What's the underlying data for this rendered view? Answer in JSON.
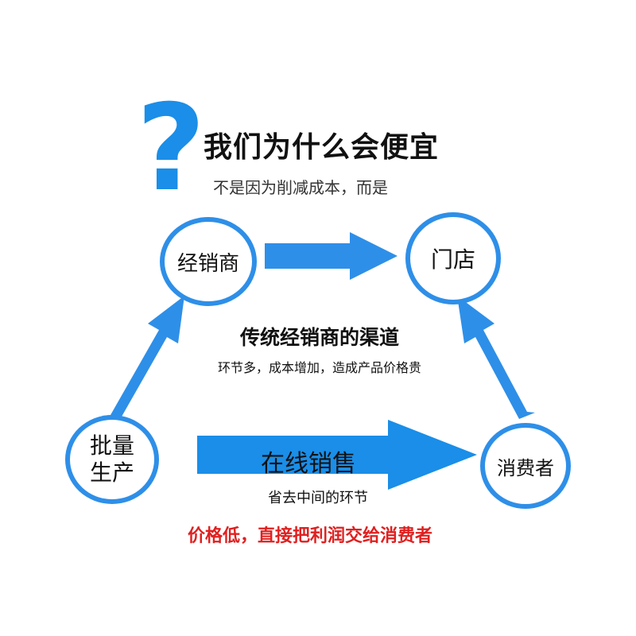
{
  "header": {
    "symbol": "?",
    "title": "我们为什么会便宜",
    "subtitle": "不是因为削减成本，而是"
  },
  "nodes": {
    "dealer": "经销商",
    "store": "门店",
    "producer_line1": "批量",
    "producer_line2": "生产",
    "consumer": "消费者"
  },
  "center": {
    "title": "传统经销商的渠道",
    "subtitle": "环节多，成本增加，造成产品价格贵"
  },
  "online": {
    "label": "在线销售",
    "sub": "省去中间的环节"
  },
  "footer": {
    "text": "价格低，直接把利润交给消费者"
  },
  "colors": {
    "accent": "#2e8fe8",
    "question": "#1a8ee8",
    "footer_text": "#e02020"
  }
}
